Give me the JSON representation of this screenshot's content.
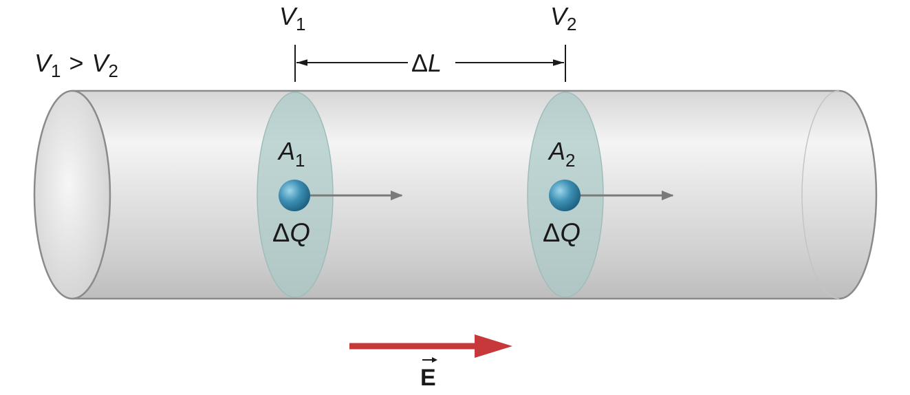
{
  "labels": {
    "condition": {
      "v1": "V",
      "v1_sub": "1",
      "gt": ">",
      "v2": "V",
      "v2_sub": "2"
    },
    "v1_top": {
      "main": "V",
      "sub": "1"
    },
    "v2_top": {
      "main": "V",
      "sub": "2"
    },
    "delta_l": {
      "delta": "Δ",
      "l": "L"
    },
    "a1": {
      "main": "A",
      "sub": "1"
    },
    "a2": {
      "main": "A",
      "sub": "2"
    },
    "dq1": {
      "delta": "Δ",
      "q": "Q"
    },
    "dq2": {
      "delta": "Δ",
      "q": "Q"
    },
    "field": "E"
  },
  "colors": {
    "tube_fill": "#dcdcdc",
    "tube_stroke": "#8a8a8a",
    "disk_fill": "#a9c9c6",
    "charge": "#3d90b4",
    "charge_arrow": "#7a7a7a",
    "field_arrow": "#c7383a"
  }
}
